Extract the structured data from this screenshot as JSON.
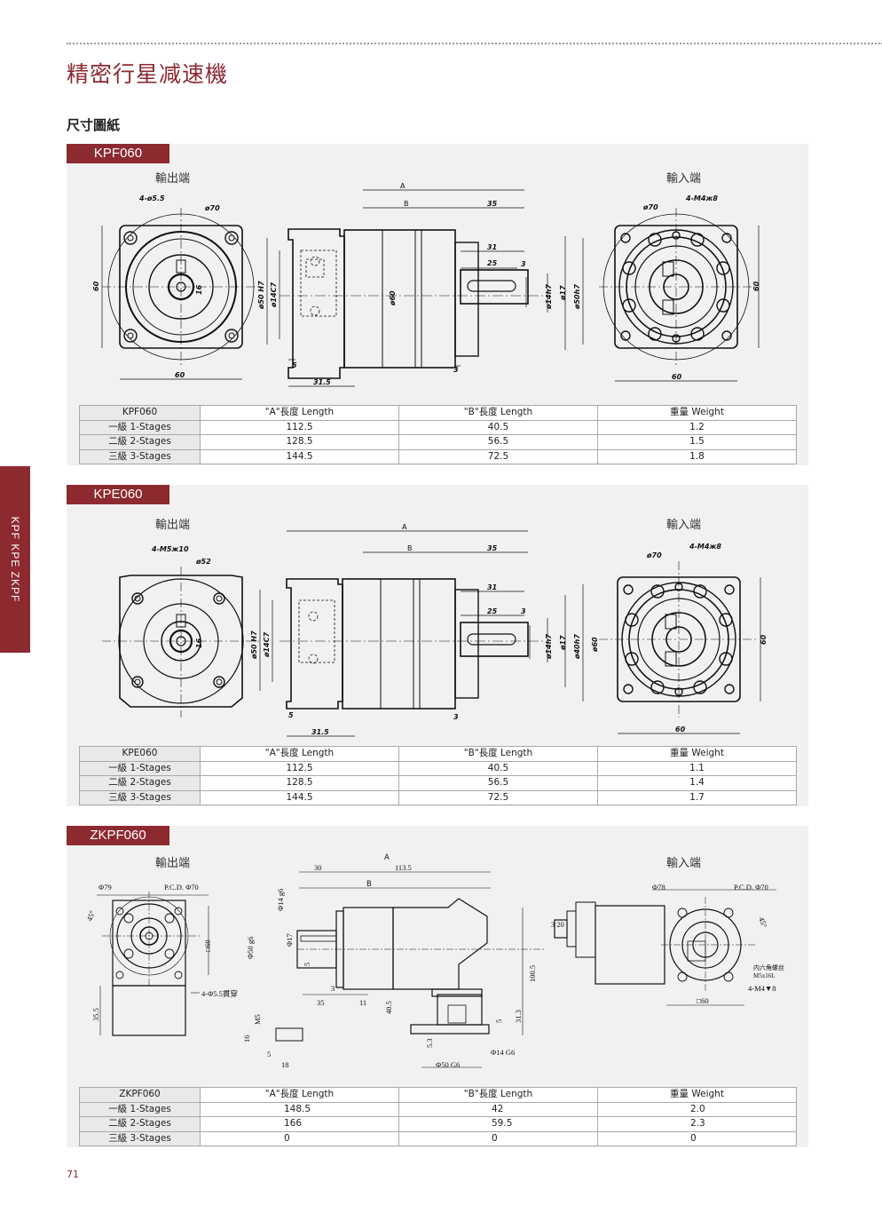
{
  "page": {
    "title": "精密行星减速機",
    "subtitle": "尺寸圖紙",
    "side_tab": "KPF KPE ZKPF",
    "page_number": "71"
  },
  "colors": {
    "accent": "#8c2a30",
    "panel_bg": "#f1f1f1"
  },
  "sections": [
    {
      "tag": "KPF060",
      "label_output": "輸出端",
      "label_input": "輸入端",
      "dims": {
        "A": "A",
        "B": "B",
        "d35": "35",
        "d31": "31",
        "d25": "25",
        "d3": "3",
        "d5": "5",
        "d315": "31.5",
        "d60a": "60",
        "d60b": "60",
        "d60c": "60",
        "d60d": "60",
        "bolt_out": "4-ø5.5",
        "pcd_out": "ø70",
        "bolt_in": "4-M4ж8",
        "pcd_in": "ø70",
        "d16": "16",
        "d50h7": "ø50 H7",
        "d14c7": "ø14C7",
        "d60v": "ø60",
        "d14h7": "ø14h7",
        "d17": "ø17",
        "d50h7b": "ø50h7",
        "d3b": "3"
      },
      "table": {
        "headers": [
          "KPF060",
          "\"A\"長度 Length",
          "\"B\"長度 Length",
          "重量 Weight"
        ],
        "rows": [
          [
            "一級 1-Stages",
            "112.5",
            "40.5",
            "1.2"
          ],
          [
            "二級 2-Stages",
            "128.5",
            "56.5",
            "1.5"
          ],
          [
            "三級 3-Stages",
            "144.5",
            "72.5",
            "1.8"
          ]
        ]
      }
    },
    {
      "tag": "KPE060",
      "label_output": "輸出端",
      "label_input": "輸入端",
      "dims": {
        "A": "A",
        "B": "B",
        "d35": "35",
        "d31": "31",
        "d25": "25",
        "d3": "3",
        "d5": "5",
        "d315": "31.5",
        "d60c": "60",
        "d60d": "60",
        "bolt_out": "4-M5ж10",
        "pcd_out": "ø52",
        "bolt_in": "4-M4ж8",
        "pcd_in": "ø70",
        "d16": "16",
        "d50h7": "ø50 H7",
        "d14c7": "ø14C7",
        "d14h7": "ø14h7",
        "d17": "ø17",
        "d40h7": "ø40h7",
        "d60v": "ø60",
        "d3b": "3"
      },
      "table": {
        "headers": [
          "KPE060",
          "\"A\"長度 Length",
          "\"B\"長度 Length",
          "重量 Weight"
        ],
        "rows": [
          [
            "一級 1-Stages",
            "112.5",
            "40.5",
            "1.1"
          ],
          [
            "二級 2-Stages",
            "128.5",
            "56.5",
            "1.4"
          ],
          [
            "三級 3-Stages",
            "144.5",
            "72.5",
            "1.7"
          ]
        ]
      }
    },
    {
      "tag": "ZKPF060",
      "label_output": "輸出端",
      "label_input": "輸入端",
      "dims": {
        "A": "A",
        "B": "B",
        "d30": "30",
        "d1135": "113.5",
        "d79": "Φ79",
        "pcd70a": "P.C.D. Φ70",
        "d45a": "45°",
        "sq60a": "□60",
        "bolt": "4-Φ5.5貫穿",
        "d355": "35.5",
        "d14g6": "Φ14 g6",
        "d17": "Φ17",
        "d50g6": "Φ50 g6",
        "d5a": "5",
        "d3": "3",
        "d35": "35",
        "d11": "11",
        "d405": "40.5",
        "d1005": "100.5",
        "d313": "31.3",
        "d5b": "5",
        "d53": "5.3",
        "d50g6b": "Φ50 G6",
        "d14g6b": "Φ14 G6",
        "m5": "M5",
        "d16": "16",
        "d5c": "5",
        "d18": "18",
        "d320": "3  20",
        "d78": "Φ78",
        "pcd70b": "P.C.D. Φ70",
        "d45b": "45°",
        "hex": "内六角螺丝",
        "hex2": "M5x16L",
        "m4": "4-M4▼8",
        "sq60b": "□60"
      },
      "table": {
        "headers": [
          "ZKPF060",
          "\"A\"長度 Length",
          "\"B\"長度 Length",
          "重量 Weight"
        ],
        "rows": [
          [
            "一級 1-Stages",
            "148.5",
            "42",
            "2.0"
          ],
          [
            "二級 2-Stages",
            "166",
            "59.5",
            "2.3"
          ],
          [
            "三級 3-Stages",
            "0",
            "0",
            "0"
          ]
        ]
      }
    }
  ]
}
